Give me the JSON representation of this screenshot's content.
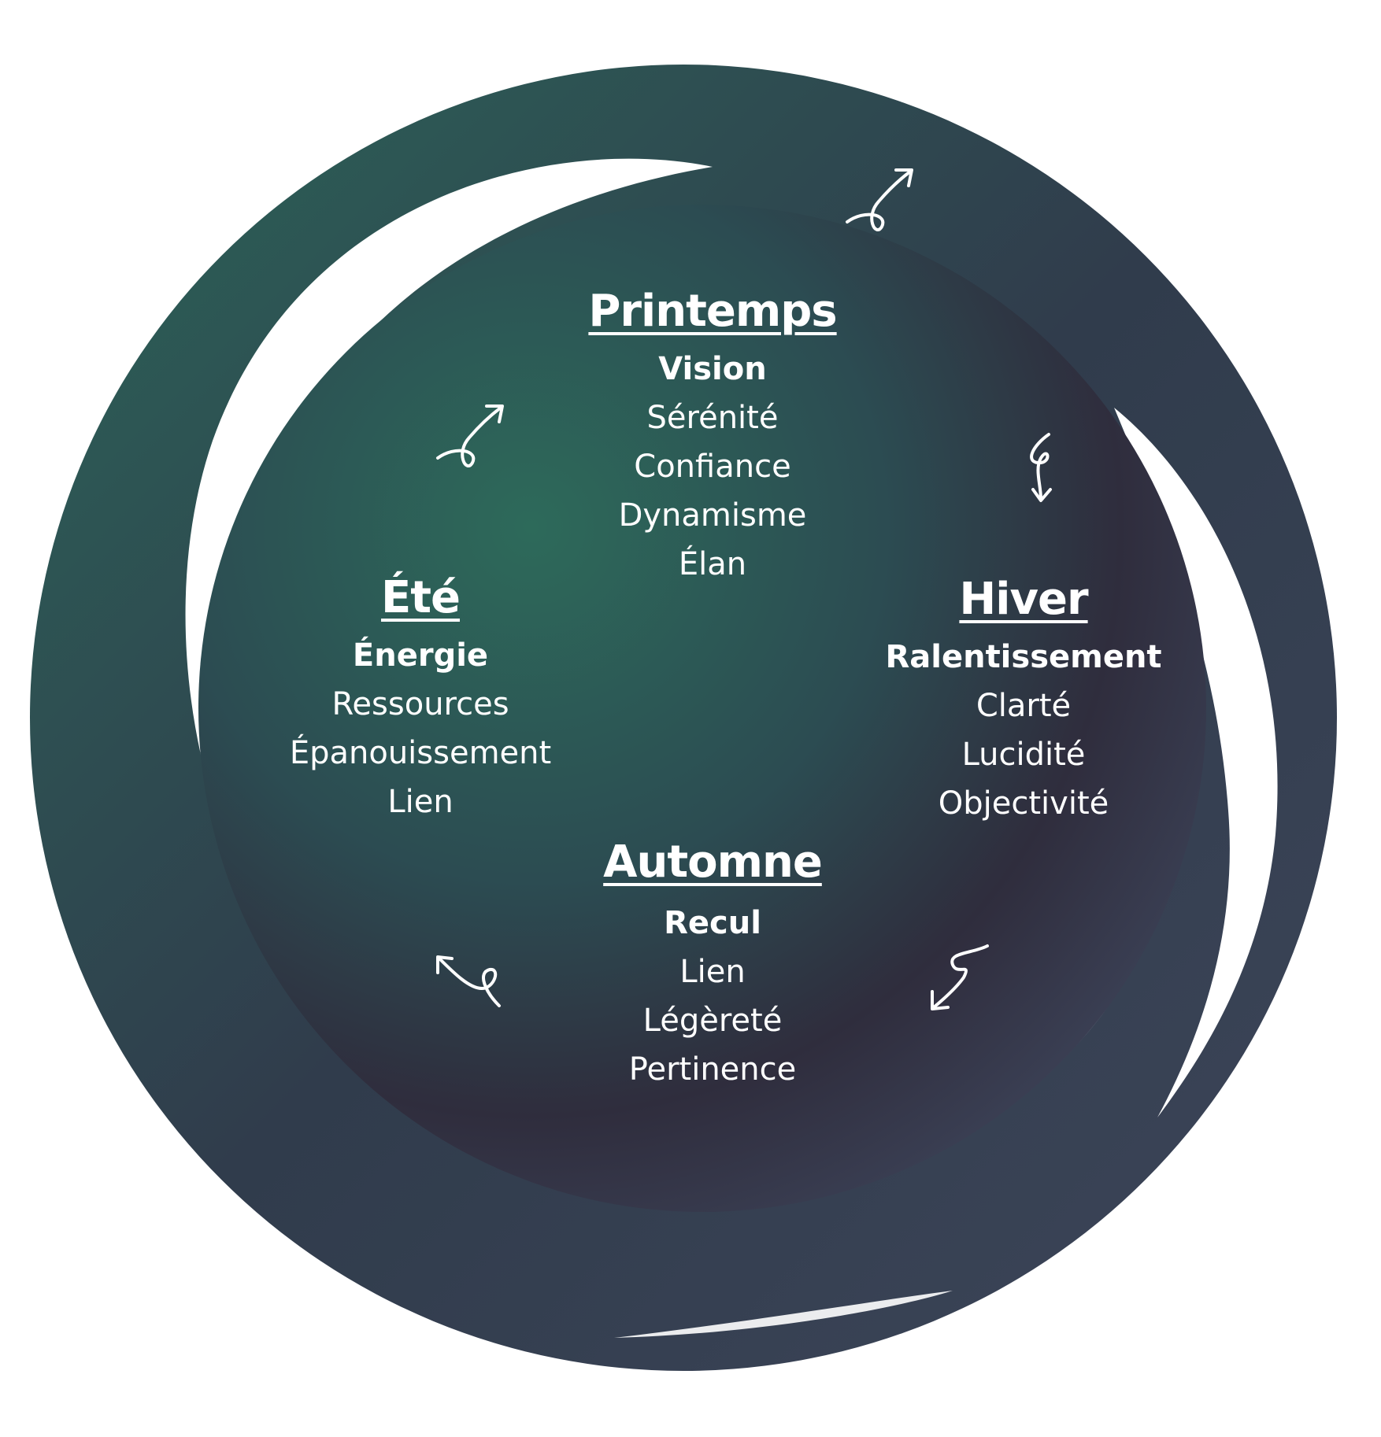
{
  "colors": {
    "green": "#2d6a5a",
    "navy": "#2f3446",
    "ring": "#34485a",
    "text": "#ffffff"
  },
  "seasons": {
    "printemps": {
      "title": "Printemps",
      "lead": "Vision",
      "words": [
        "Sérénité",
        "Confiance",
        "Dynamisme",
        "Élan"
      ]
    },
    "ete": {
      "title": "Été",
      "lead": "Énergie",
      "words": [
        "Ressources",
        "Épanouissement",
        "Lien"
      ]
    },
    "hiver": {
      "title": "Hiver",
      "lead": "Ralentissement",
      "words": [
        "Clarté",
        "Lucidité",
        "Objectivité"
      ]
    },
    "automne": {
      "title": "Automne",
      "lead": "Recul",
      "words": [
        "Lien",
        "Légèreté",
        "Pertinence"
      ]
    }
  },
  "icons": {
    "arrows": [
      "loop-arrow-icon",
      "loop-arrow-icon",
      "loop-arrow-icon",
      "loop-arrow-icon",
      "loop-arrow-icon"
    ]
  }
}
